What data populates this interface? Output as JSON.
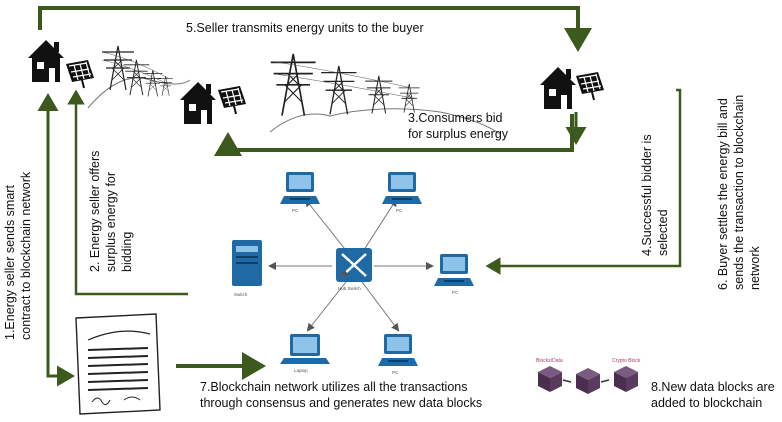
{
  "steps": {
    "s1": [
      "1.Energy seller sends smart",
      "contract to blockchain network"
    ],
    "s2": [
      "2. Energy seller offers",
      "surplus energy for",
      "bidding"
    ],
    "s3": [
      "3.Consumers bid",
      "for surplus energy"
    ],
    "s4": [
      "4.Successful bidder is",
      "selected"
    ],
    "s5": "5.Seller transmits energy units to the buyer",
    "s6": [
      "6. Buyer settles the energy bill and",
      "sends the transaction to blockchain",
      "network"
    ],
    "s7": [
      "7.Blockchain network utilizes all the transactions",
      "through consensus and generates new data blocks"
    ],
    "s8": [
      "8.New data blocks are",
      "added to blockchain"
    ]
  },
  "network_labels": {
    "pc_top_left": "PC",
    "pc_top_right": "PC",
    "pc_right": "PC",
    "switch_left": "Switch",
    "hub": "Hub Switch",
    "laptop": "Laptop",
    "pc_bottom": "PC"
  },
  "block_labels": [
    "Blocks/Data",
    "Crypto Block"
  ],
  "colors": {
    "arrow": "#3d5a1e",
    "house": "#111111",
    "computer": "#1f6aa5",
    "cube": "#5b3a5f"
  }
}
